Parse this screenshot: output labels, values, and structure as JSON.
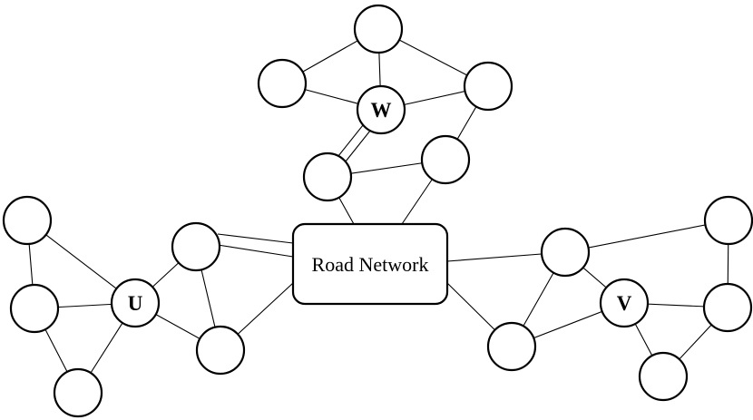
{
  "diagram": {
    "hub": {
      "id": "hub",
      "label": "Road Network"
    },
    "nodes": [
      {
        "id": "w_top",
        "label": ""
      },
      {
        "id": "w_left",
        "label": ""
      },
      {
        "id": "w_right",
        "label": ""
      },
      {
        "id": "W",
        "label": "W"
      },
      {
        "id": "w_low1",
        "label": ""
      },
      {
        "id": "w_low2",
        "label": ""
      },
      {
        "id": "u_top",
        "label": ""
      },
      {
        "id": "u_mid",
        "label": ""
      },
      {
        "id": "u_bot",
        "label": ""
      },
      {
        "id": "U",
        "label": "U"
      },
      {
        "id": "u_r1",
        "label": ""
      },
      {
        "id": "u_r2",
        "label": ""
      },
      {
        "id": "v_l1",
        "label": ""
      },
      {
        "id": "v_l2",
        "label": ""
      },
      {
        "id": "V",
        "label": "V"
      },
      {
        "id": "v_top",
        "label": ""
      },
      {
        "id": "v_mid",
        "label": ""
      },
      {
        "id": "v_bot",
        "label": ""
      }
    ],
    "edges": [
      [
        "w_top",
        "w_left"
      ],
      [
        "w_top",
        "W"
      ],
      [
        "w_top",
        "w_right"
      ],
      [
        "w_left",
        "W"
      ],
      [
        "W",
        "w_right"
      ],
      [
        "W",
        "w_low1"
      ],
      [
        "W",
        "w_low1"
      ],
      [
        "w_low1",
        "w_low2"
      ],
      [
        "w_right",
        "w_low2"
      ],
      [
        "w_low1",
        "hub"
      ],
      [
        "w_low2",
        "hub"
      ],
      [
        "u_top",
        "u_mid"
      ],
      [
        "u_top",
        "U"
      ],
      [
        "u_mid",
        "U"
      ],
      [
        "u_mid",
        "u_bot"
      ],
      [
        "U",
        "u_bot"
      ],
      [
        "U",
        "u_r1"
      ],
      [
        "U",
        "u_r2"
      ],
      [
        "u_r1",
        "u_r2"
      ],
      [
        "u_r1",
        "hub"
      ],
      [
        "u_r1",
        "hub"
      ],
      [
        "u_r2",
        "hub"
      ],
      [
        "hub",
        "v_l1"
      ],
      [
        "hub",
        "v_l2"
      ],
      [
        "v_l1",
        "v_l2"
      ],
      [
        "v_l1",
        "V"
      ],
      [
        "v_l2",
        "V"
      ],
      [
        "v_l1",
        "v_top"
      ],
      [
        "v_top",
        "v_mid"
      ],
      [
        "V",
        "v_mid"
      ],
      [
        "V",
        "v_bot"
      ],
      [
        "v_mid",
        "v_bot"
      ]
    ]
  }
}
